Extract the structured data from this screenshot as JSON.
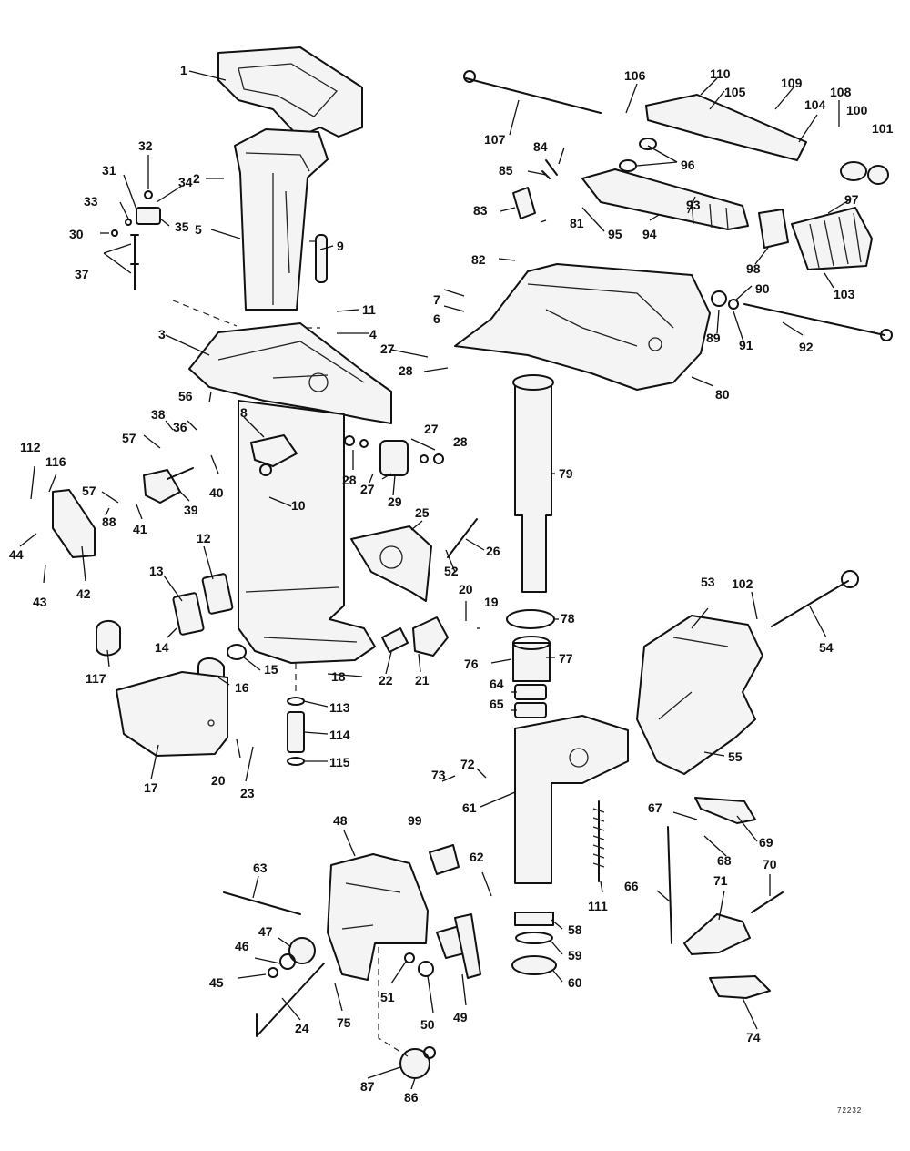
{
  "drawing_code": "72232",
  "callouts": [
    {
      "id": "c1",
      "label": "1"
    },
    {
      "id": "c2",
      "label": "2"
    },
    {
      "id": "c3",
      "label": "3"
    },
    {
      "id": "c4",
      "label": "4"
    },
    {
      "id": "c5",
      "label": "5"
    },
    {
      "id": "c6",
      "label": "6"
    },
    {
      "id": "c7",
      "label": "7"
    },
    {
      "id": "c8",
      "label": "8"
    },
    {
      "id": "c9",
      "label": "9"
    },
    {
      "id": "c10",
      "label": "10"
    },
    {
      "id": "c11",
      "label": "11"
    },
    {
      "id": "c12",
      "label": "12"
    },
    {
      "id": "c13",
      "label": "13"
    },
    {
      "id": "c14",
      "label": "14"
    },
    {
      "id": "c15",
      "label": "15"
    },
    {
      "id": "c16",
      "label": "16"
    },
    {
      "id": "c17",
      "label": "17"
    },
    {
      "id": "c18",
      "label": "18"
    },
    {
      "id": "c19",
      "label": "19"
    },
    {
      "id": "c20a",
      "label": "20"
    },
    {
      "id": "c20b",
      "label": "20"
    },
    {
      "id": "c21",
      "label": "21"
    },
    {
      "id": "c22",
      "label": "22"
    },
    {
      "id": "c23",
      "label": "23"
    },
    {
      "id": "c24",
      "label": "24"
    },
    {
      "id": "c25",
      "label": "25"
    },
    {
      "id": "c26",
      "label": "26"
    },
    {
      "id": "c27a",
      "label": "27"
    },
    {
      "id": "c27b",
      "label": "27"
    },
    {
      "id": "c27c",
      "label": "27"
    },
    {
      "id": "c28a",
      "label": "28"
    },
    {
      "id": "c28b",
      "label": "28"
    },
    {
      "id": "c28c",
      "label": "28"
    },
    {
      "id": "c29",
      "label": "29"
    },
    {
      "id": "c30",
      "label": "30"
    },
    {
      "id": "c31",
      "label": "31"
    },
    {
      "id": "c32",
      "label": "32"
    },
    {
      "id": "c33",
      "label": "33"
    },
    {
      "id": "c34",
      "label": "34"
    },
    {
      "id": "c35",
      "label": "35"
    },
    {
      "id": "c36",
      "label": "36"
    },
    {
      "id": "c37",
      "label": "37"
    },
    {
      "id": "c38",
      "label": "38"
    },
    {
      "id": "c39",
      "label": "39"
    },
    {
      "id": "c40",
      "label": "40"
    },
    {
      "id": "c41",
      "label": "41"
    },
    {
      "id": "c42",
      "label": "42"
    },
    {
      "id": "c43",
      "label": "43"
    },
    {
      "id": "c44",
      "label": "44"
    },
    {
      "id": "c45",
      "label": "45"
    },
    {
      "id": "c46",
      "label": "46"
    },
    {
      "id": "c47",
      "label": "47"
    },
    {
      "id": "c48",
      "label": "48"
    },
    {
      "id": "c49",
      "label": "49"
    },
    {
      "id": "c50",
      "label": "50"
    },
    {
      "id": "c51",
      "label": "51"
    },
    {
      "id": "c52",
      "label": "52"
    },
    {
      "id": "c53",
      "label": "53"
    },
    {
      "id": "c54",
      "label": "54"
    },
    {
      "id": "c55",
      "label": "55"
    },
    {
      "id": "c56",
      "label": "56"
    },
    {
      "id": "c57a",
      "label": "57"
    },
    {
      "id": "c57b",
      "label": "57"
    },
    {
      "id": "c58",
      "label": "58"
    },
    {
      "id": "c59",
      "label": "59"
    },
    {
      "id": "c60",
      "label": "60"
    },
    {
      "id": "c61",
      "label": "61"
    },
    {
      "id": "c62",
      "label": "62"
    },
    {
      "id": "c63",
      "label": "63"
    },
    {
      "id": "c64",
      "label": "64"
    },
    {
      "id": "c65",
      "label": "65"
    },
    {
      "id": "c66",
      "label": "66"
    },
    {
      "id": "c67",
      "label": "67"
    },
    {
      "id": "c68",
      "label": "68"
    },
    {
      "id": "c69",
      "label": "69"
    },
    {
      "id": "c70",
      "label": "70"
    },
    {
      "id": "c71",
      "label": "71"
    },
    {
      "id": "c72",
      "label": "72"
    },
    {
      "id": "c73",
      "label": "73"
    },
    {
      "id": "c74",
      "label": "74"
    },
    {
      "id": "c75",
      "label": "75"
    },
    {
      "id": "c76",
      "label": "76"
    },
    {
      "id": "c77",
      "label": "77"
    },
    {
      "id": "c78",
      "label": "78"
    },
    {
      "id": "c79",
      "label": "79"
    },
    {
      "id": "c80",
      "label": "80"
    },
    {
      "id": "c81",
      "label": "81"
    },
    {
      "id": "c82",
      "label": "82"
    },
    {
      "id": "c83",
      "label": "83"
    },
    {
      "id": "c84",
      "label": "84"
    },
    {
      "id": "c85",
      "label": "85"
    },
    {
      "id": "c86",
      "label": "86"
    },
    {
      "id": "c87",
      "label": "87"
    },
    {
      "id": "c88",
      "label": "88"
    },
    {
      "id": "c89",
      "label": "89"
    },
    {
      "id": "c90",
      "label": "90"
    },
    {
      "id": "c91",
      "label": "91"
    },
    {
      "id": "c92",
      "label": "92"
    },
    {
      "id": "c93",
      "label": "93"
    },
    {
      "id": "c94",
      "label": "94"
    },
    {
      "id": "c95",
      "label": "95"
    },
    {
      "id": "c96",
      "label": "96"
    },
    {
      "id": "c97",
      "label": "97"
    },
    {
      "id": "c98",
      "label": "98"
    },
    {
      "id": "c99",
      "label": "99"
    },
    {
      "id": "c100",
      "label": "100"
    },
    {
      "id": "c101",
      "label": "101"
    },
    {
      "id": "c102",
      "label": "102"
    },
    {
      "id": "c103",
      "label": "103"
    },
    {
      "id": "c104",
      "label": "104"
    },
    {
      "id": "c105",
      "label": "105"
    },
    {
      "id": "c106",
      "label": "106"
    },
    {
      "id": "c107",
      "label": "107"
    },
    {
      "id": "c108",
      "label": "108"
    },
    {
      "id": "c109",
      "label": "109"
    },
    {
      "id": "c110",
      "label": "110"
    },
    {
      "id": "c111",
      "label": "111"
    },
    {
      "id": "c112",
      "label": "112"
    },
    {
      "id": "c113",
      "label": "113"
    },
    {
      "id": "c114",
      "label": "114"
    },
    {
      "id": "c115",
      "label": "115"
    },
    {
      "id": "c116",
      "label": "116"
    },
    {
      "id": "c117",
      "label": "117"
    }
  ]
}
